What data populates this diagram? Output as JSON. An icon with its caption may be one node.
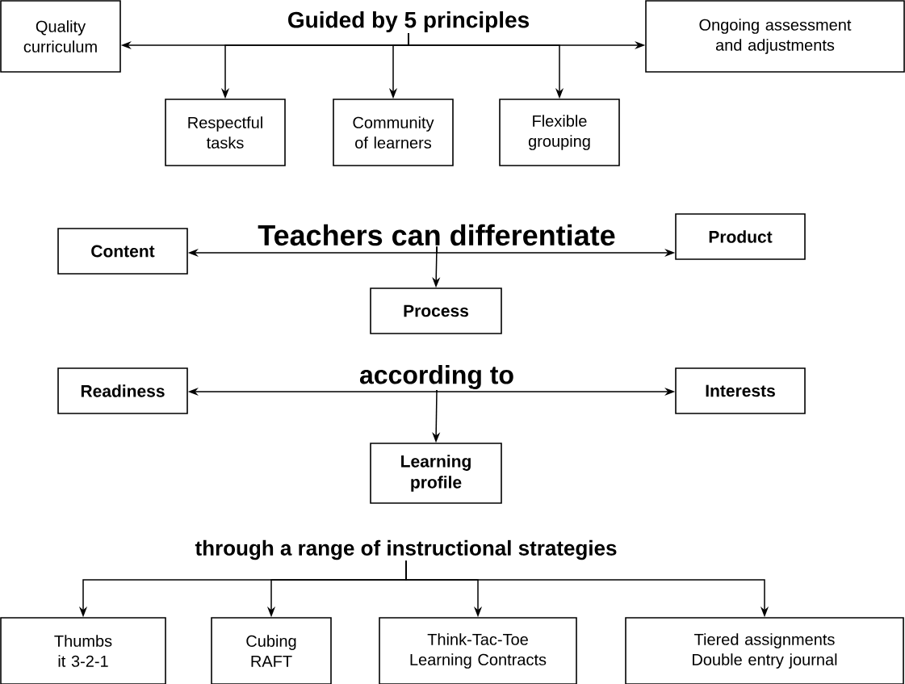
{
  "diagram": {
    "nodes": [
      {
        "text": [
          "Quality curriculum"
        ]
      },
      {
        "text": [
          "Guided by 5 principles"
        ]
      },
      {
        "text": [
          "Ongoing assessment and adjustments"
        ]
      },
      {
        "text": [
          "Respectful tasks"
        ]
      },
      {
        "text": [
          "Community of learners"
        ]
      },
      {
        "text": [
          "Flexible grouping"
        ]
      },
      {
        "text": [
          "Teachers can differentiate"
        ]
      },
      {
        "text": [
          "Content"
        ]
      },
      {
        "text": [
          "Product"
        ]
      },
      {
        "text": [
          "Process"
        ]
      },
      {
        "text": [
          "according to"
        ]
      },
      {
        "text": [
          "Readiness"
        ]
      },
      {
        "text": [
          "Interests"
        ]
      },
      {
        "text": [
          "Learning profile"
        ]
      },
      {
        "text": [
          "through a range of instructional strategies"
        ]
      },
      {
        "text": [
          "Thumbs it 3-2-1"
        ]
      },
      {
        "text": [
          "Cubing RAFT"
        ]
      },
      {
        "text": [
          "Think-Tac-Toe Learning Contracts"
        ]
      },
      {
        "text": [
          "Tiered assignments Double entry journal"
        ]
      }
    ],
    "edges": [
      {
        "from": 1,
        "to": 0,
        "arrow": "to"
      },
      {
        "from": 1,
        "to": 2,
        "arrow": "to"
      },
      {
        "from": 1,
        "to": 3,
        "arrow": "to"
      },
      {
        "from": 1,
        "to": 4,
        "arrow": "to"
      },
      {
        "from": 1,
        "to": 5,
        "arrow": "to"
      },
      {
        "from": 6,
        "to": 7,
        "arrow": "to"
      },
      {
        "from": 6,
        "to": 8,
        "arrow": "to"
      },
      {
        "from": 6,
        "to": 9,
        "arrow": "to"
      },
      {
        "from": 10,
        "to": 11,
        "arrow": "to"
      },
      {
        "from": 10,
        "to": 12,
        "arrow": "to"
      },
      {
        "from": 10,
        "to": 13,
        "arrow": "to"
      },
      {
        "from": 14,
        "to": 15,
        "arrow": "to"
      },
      {
        "from": 14,
        "to": 16,
        "arrow": "to"
      },
      {
        "from": 14,
        "to": 17,
        "arrow": "to"
      },
      {
        "from": 14,
        "to": 18,
        "arrow": "to"
      }
    ]
  }
}
